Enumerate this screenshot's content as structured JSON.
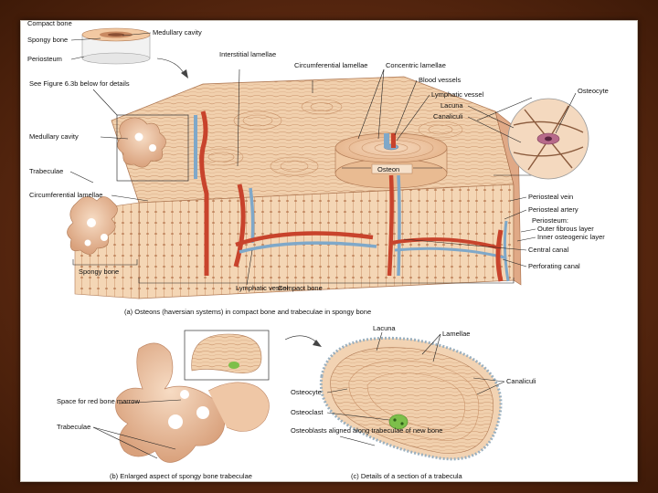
{
  "labels": {
    "compact_bone": "Compact bone",
    "spongy_bone_top": "Spongy bone",
    "medullary_cavity_top": "Medullary cavity",
    "periosteum": "Periosteum",
    "see_figure": "See Figure 6.3b below for details",
    "interstitial_lamellae": "Interstitial lamellae",
    "circumferential_lamellae_top": "Circumferential lamellae",
    "concentric_lamellae": "Concentric lamellae",
    "blood_vessels": "Blood vessels",
    "lymphatic_vessel_right": "Lymphatic vessel",
    "lacuna_top": "Lacuna",
    "canaliculi_top": "Canaliculi",
    "osteocyte_top": "Osteocyte",
    "medullary_cavity_left": "Medullary cavity",
    "trabeculae_left": "Trabeculae",
    "circumferential_lamellae_left": "Circumferential lamellae",
    "osteon": "Osteon",
    "periosteal_vein": "Periosteal vein",
    "periosteal_artery": "Periosteal artery",
    "periosteum_right": "Periosteum:",
    "outer_fibrous_layer": "Outer fibrous layer",
    "inner_osteogenic_layer": "Inner osteogenic layer",
    "central_canal": "Central canal",
    "perforating_canal": "Perforating canal",
    "spongy_bone_bottom": "Spongy bone",
    "lymphatic_vessel_bottom": "Lymphatic vessel",
    "compact_bone_bottom": "Compact bone",
    "caption_a": "(a) Osteons (haversian systems) in compact bone and trabeculae in spongy bone",
    "space_red_marrow": "Space for red bone marrow",
    "trabeculae_b": "Trabeculae",
    "caption_b": "(b) Enlarged aspect of spongy bone trabeculae",
    "lacuna_c": "Lacuna",
    "lamellae_c": "Lamellae",
    "canaliculi_c": "Canaliculi",
    "osteocyte_c": "Osteocyte",
    "osteoclast_c": "Osteoclast",
    "osteoblasts_c": "Osteoblasts aligned along trabeculae of new bone",
    "caption_c": "(c) Details of a section of a trabecula"
  },
  "colors": {
    "frame": "#5a2810",
    "bone_light": "#f3d7b8",
    "bone_mid": "#e8b98f",
    "bone_dark": "#c98a62",
    "artery": "#c8432c",
    "vein": "#7fa8c9",
    "osteoclast": "#7dbf4a"
  }
}
